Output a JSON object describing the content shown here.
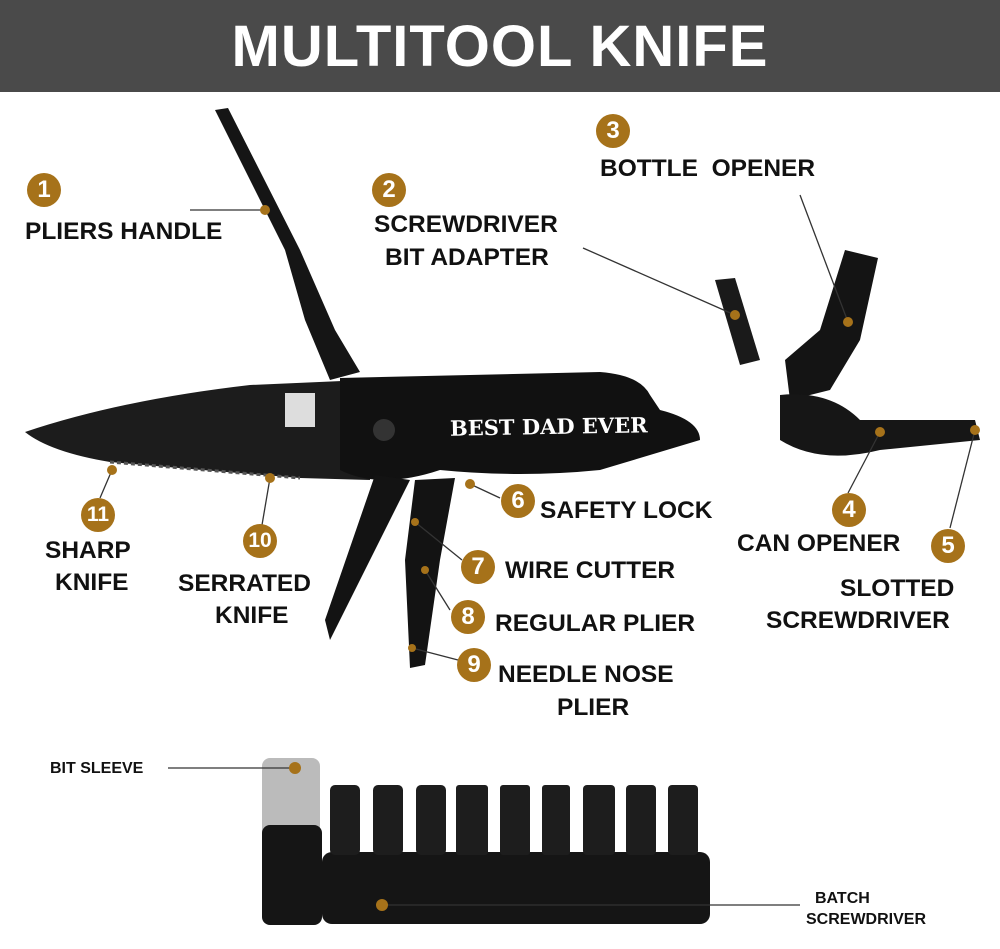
{
  "title": "MULTITOOL KNIFE",
  "engraving": "BEST DAD EVER",
  "badge_color": "#a6721a",
  "callouts": [
    {
      "number": "1",
      "lines": [
        "PLIERS HANDLE"
      ]
    },
    {
      "number": "2",
      "lines": [
        "SCREWDRIVER",
        "BIT ADAPTER"
      ]
    },
    {
      "number": "3",
      "lines": [
        "BOTTLE  OPENER"
      ]
    },
    {
      "number": "4",
      "lines": [
        "CAN OPENER"
      ]
    },
    {
      "number": "5",
      "lines": [
        "SLOTTED",
        "SCREWDRIVER"
      ]
    },
    {
      "number": "6",
      "lines": [
        "SAFETY LOCK"
      ]
    },
    {
      "number": "7",
      "lines": [
        "WIRE CUTTER"
      ]
    },
    {
      "number": "8",
      "lines": [
        "REGULAR PLIER"
      ]
    },
    {
      "number": "9",
      "lines": [
        "NEEDLE NOSE",
        "PLIER"
      ]
    },
    {
      "number": "10",
      "lines": [
        "SERRATED",
        "KNIFE"
      ]
    },
    {
      "number": "11",
      "lines": [
        "SHARP",
        "KNIFE"
      ]
    }
  ],
  "accessories": {
    "bit_sleeve": "BIT SLEEVE",
    "batch_screwdriver": [
      "BATCH",
      "SCREWDRIVER"
    ]
  }
}
